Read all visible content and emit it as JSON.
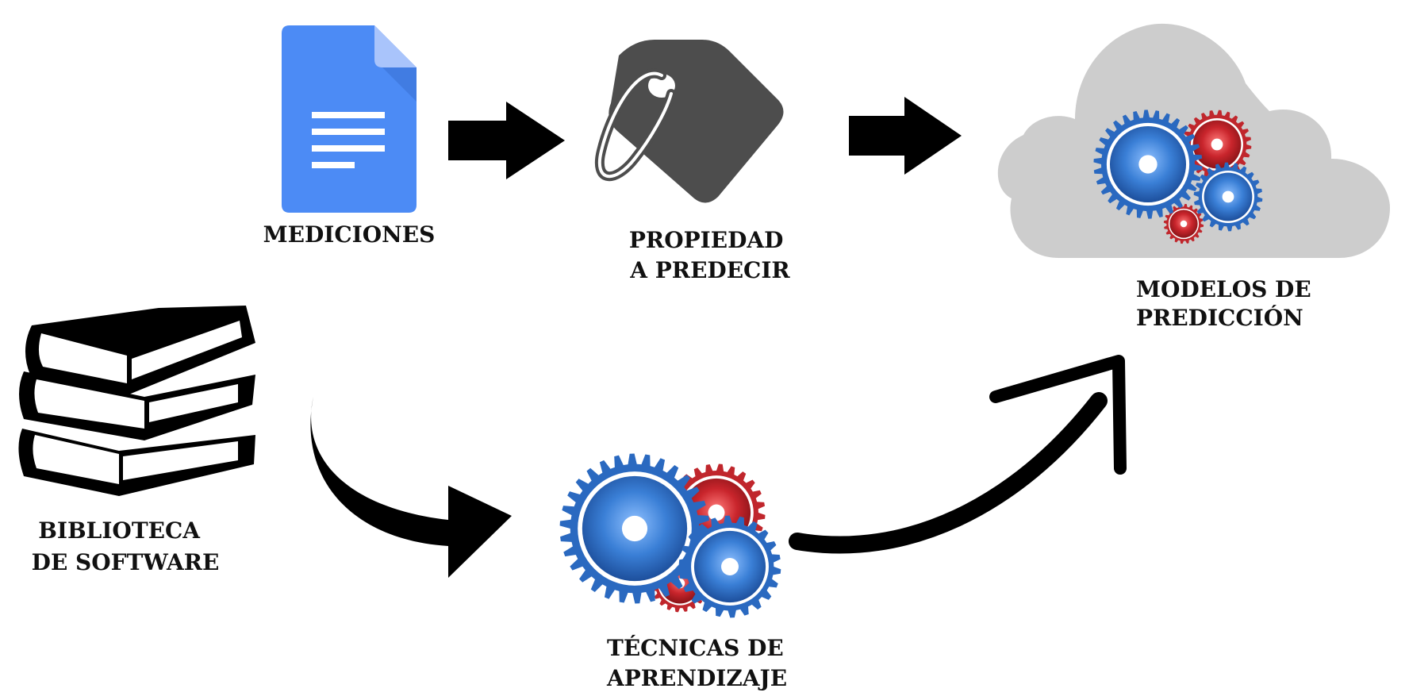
{
  "colors": {
    "doc_blue": "#4c8bf5",
    "doc_fold": "#a9c4fb",
    "tag_gray": "#4d4d4d",
    "cloud_gray": "#cdcdcd",
    "gear_blue": "#2a69c0",
    "gear_red": "#c0262c",
    "arrow_black": "#000000"
  },
  "icons": {
    "document": "document-icon",
    "tag": "tag-icon",
    "cloud": "cloud-icon",
    "books": "books-icon",
    "gears": "gears-icon"
  },
  "nodes": {
    "mediciones": {
      "label": "MEDICIONES"
    },
    "propiedad": {
      "line1": "PROPIEDAD",
      "line2": "A PREDECIR"
    },
    "modelos": {
      "line1": "MODELOS DE",
      "line2": "PREDICCIÓN"
    },
    "biblioteca": {
      "line1": "BIBLIOTECA",
      "line2": "DE SOFTWARE"
    },
    "tecnicas": {
      "line1": "TÉCNICAS DE",
      "line2": "APRENDIZAJE"
    }
  }
}
